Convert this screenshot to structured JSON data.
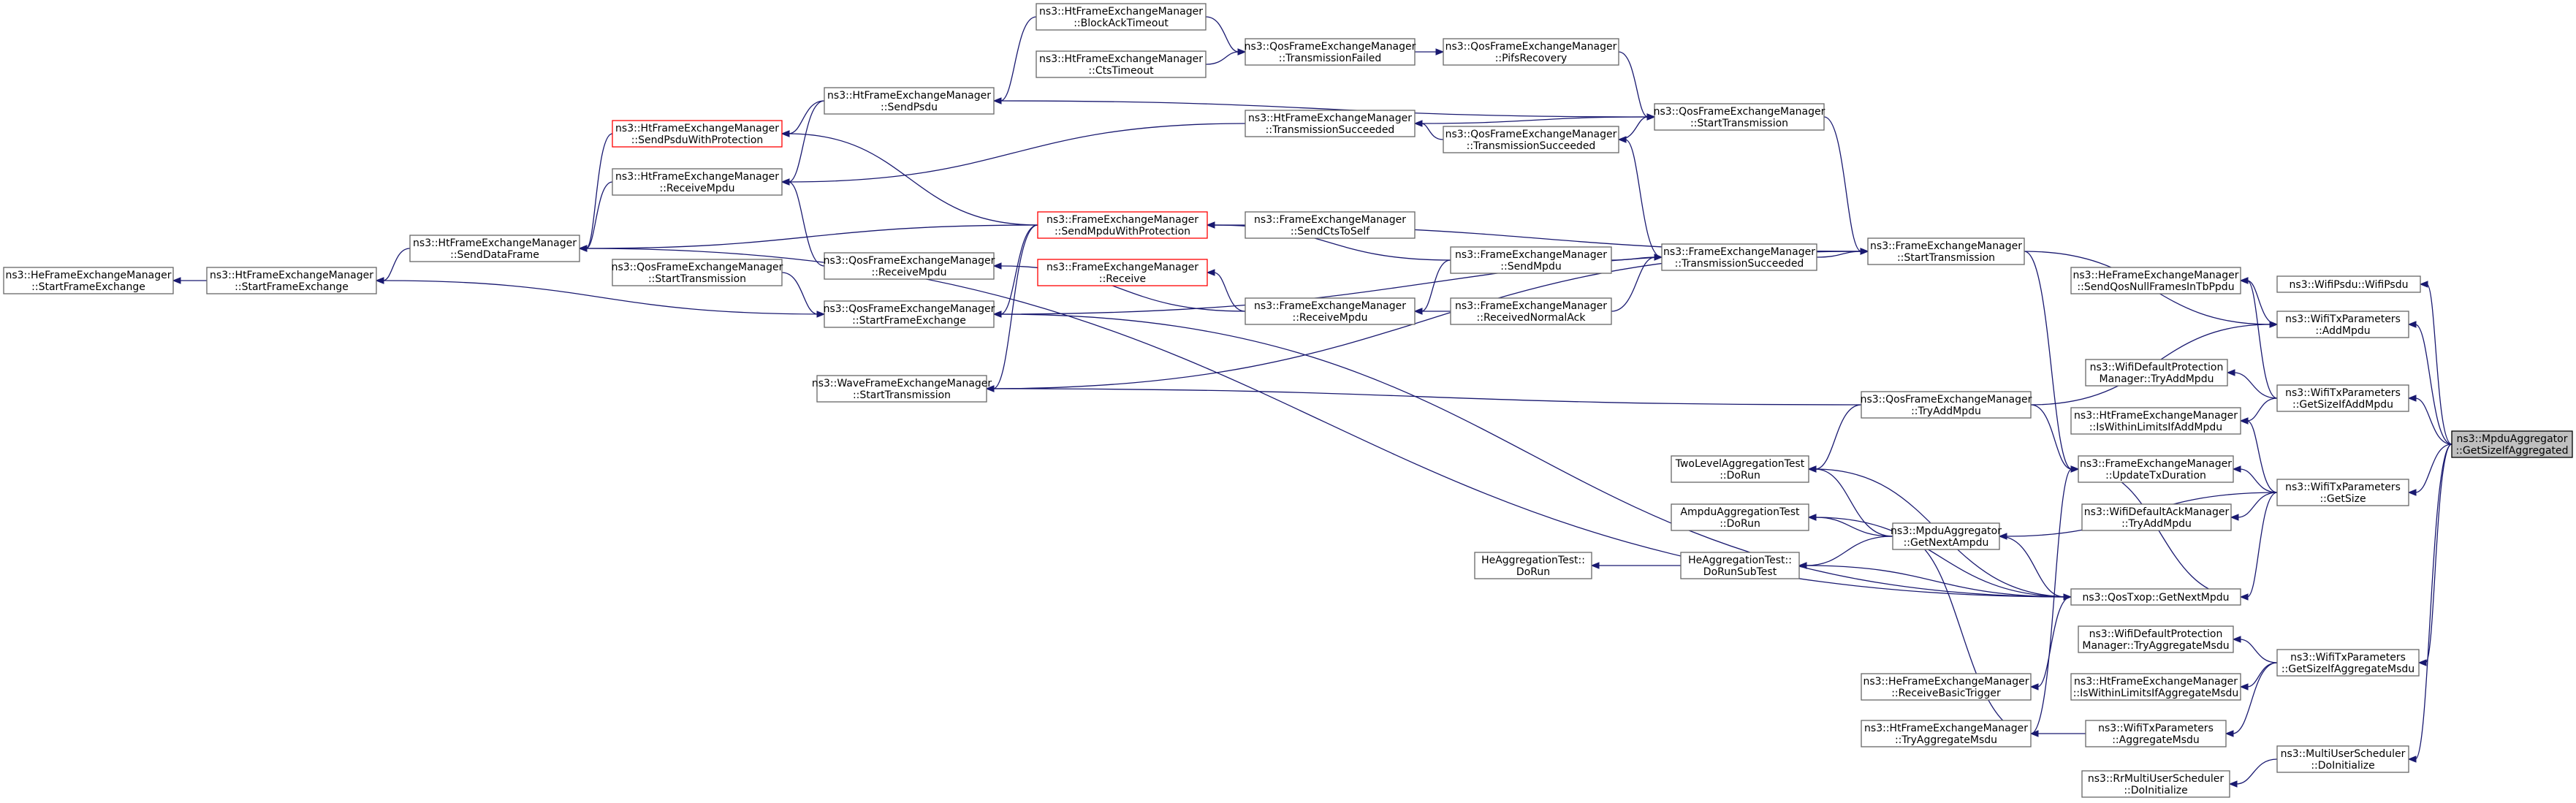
{
  "diagram": {
    "colors": {
      "edge": "#191970",
      "box_border": "#666666",
      "red_border": "#ff0000",
      "root_fill": "#bfbfbf"
    },
    "nodes": [
      {
        "id": "HeStartFrameExchange",
        "lines": [
          "ns3::HeFrameExchangeManager",
          "::StartFrameExchange"
        ]
      },
      {
        "id": "HtStartFrameExchange",
        "lines": [
          "ns3::HtFrameExchangeManager",
          "::StartFrameExchange"
        ]
      },
      {
        "id": "HtSendDataFrame",
        "lines": [
          "ns3::HtFrameExchangeManager",
          "::SendDataFrame"
        ]
      },
      {
        "id": "HtSendPsduWithProtection",
        "lines": [
          "ns3::HtFrameExchangeManager",
          "::SendPsduWithProtection"
        ],
        "red": true
      },
      {
        "id": "HtReceiveMpdu",
        "lines": [
          "ns3::HtFrameExchangeManager",
          "::ReceiveMpdu"
        ]
      },
      {
        "id": "QosStartTransmissionSmall",
        "lines": [
          "ns3::QosFrameExchangeManager",
          "::StartTransmission"
        ]
      },
      {
        "id": "WaveStartTransmission",
        "lines": [
          "ns3::WaveFrameExchangeManager",
          "::StartTransmission"
        ]
      },
      {
        "id": "HtSendPsdu",
        "lines": [
          "ns3::HtFrameExchangeManager",
          "::SendPsdu"
        ]
      },
      {
        "id": "QosReceiveMpdu",
        "lines": [
          "ns3::QosFrameExchangeManager",
          "::ReceiveMpdu"
        ]
      },
      {
        "id": "QosStartFrameExchange",
        "lines": [
          "ns3::QosFrameExchangeManager",
          "::StartFrameExchange"
        ]
      },
      {
        "id": "HtBlockAckTimeout",
        "lines": [
          "ns3::HtFrameExchangeManager",
          "::BlockAckTimeout"
        ]
      },
      {
        "id": "HtCtsTimeout",
        "lines": [
          "ns3::HtFrameExchangeManager",
          "::CtsTimeout"
        ]
      },
      {
        "id": "HtTransmissionSucceeded",
        "lines": [
          "ns3::HtFrameExchangeManager",
          "::TransmissionSucceeded"
        ]
      },
      {
        "id": "FeSendMpduWithProtection",
        "lines": [
          "ns3::FrameExchangeManager",
          "::SendMpduWithProtection"
        ],
        "red": true
      },
      {
        "id": "FeReceive",
        "lines": [
          "ns3::FrameExchangeManager",
          "::Receive"
        ],
        "red": true
      },
      {
        "id": "QosTransmissionFailed",
        "lines": [
          "ns3::QosFrameExchangeManager",
          "::TransmissionFailed"
        ]
      },
      {
        "id": "FeSendCtsToSelf",
        "lines": [
          "ns3::FrameExchangeManager",
          "::SendCtsToSelf"
        ]
      },
      {
        "id": "FeReceiveMpdu",
        "lines": [
          "ns3::FrameExchangeManager",
          "::ReceiveMpdu"
        ]
      },
      {
        "id": "QosPifsRecovery",
        "lines": [
          "ns3::QosFrameExchangeManager",
          "::PifsRecovery"
        ]
      },
      {
        "id": "QosTransmissionSucceeded",
        "lines": [
          "ns3::QosFrameExchangeManager",
          "::TransmissionSucceeded"
        ]
      },
      {
        "id": "FeSendMpdu",
        "lines": [
          "ns3::FrameExchangeManager",
          "::SendMpdu"
        ]
      },
      {
        "id": "FeReceivedNormalAck",
        "lines": [
          "ns3::FrameExchangeManager",
          "::ReceivedNormalAck"
        ]
      },
      {
        "id": "QosStartTransmission",
        "lines": [
          "ns3::QosFrameExchangeManager",
          "::StartTransmission"
        ]
      },
      {
        "id": "FeTransmissionSucceeded",
        "lines": [
          "ns3::FrameExchangeManager",
          "::TransmissionSucceeded"
        ]
      },
      {
        "id": "FeStartTransmission",
        "lines": [
          "ns3::FrameExchangeManager",
          "::StartTransmission"
        ]
      },
      {
        "id": "TwoLevelAggregationTest",
        "lines": [
          "TwoLevelAggregationTest",
          "::DoRun"
        ]
      },
      {
        "id": "AmpduAggregationTest",
        "lines": [
          "AmpduAggregationTest",
          "::DoRun"
        ]
      },
      {
        "id": "HeAggregationTestDoRun",
        "lines": [
          "HeAggregationTest::",
          "DoRun"
        ]
      },
      {
        "id": "HeAggregationTestDoRunSubTest",
        "lines": [
          "HeAggregationTest::",
          "DoRunSubTest"
        ]
      },
      {
        "id": "QosTryAddMpdu",
        "lines": [
          "ns3::QosFrameExchangeManager",
          "::TryAddMpdu"
        ]
      },
      {
        "id": "MpduAggregatorGetNextAmpdu",
        "lines": [
          "ns3::MpduAggregator",
          "::GetNextAmpdu"
        ]
      },
      {
        "id": "HeReceiveBasicTrigger",
        "lines": [
          "ns3::HeFrameExchangeManager",
          "::ReceiveBasicTrigger"
        ]
      },
      {
        "id": "HtTryAggregateMsdu",
        "lines": [
          "ns3::HtFrameExchangeManager",
          "::TryAggregateMsdu"
        ]
      },
      {
        "id": "HeSendQosNullFramesInTbPpdu",
        "lines": [
          "ns3::HeFrameExchangeManager",
          "::SendQosNullFramesInTbPpdu"
        ]
      },
      {
        "id": "WifiDefaultProtectionTryAddMpdu",
        "lines": [
          "ns3::WifiDefaultProtection",
          "Manager::TryAddMpdu"
        ]
      },
      {
        "id": "HtIsWithinLimitsIfAddMpdu",
        "lines": [
          "ns3::HtFrameExchangeManager",
          "::IsWithinLimitsIfAddMpdu"
        ]
      },
      {
        "id": "FeUpdateTxDuration",
        "lines": [
          "ns3::FrameExchangeManager",
          "::UpdateTxDuration"
        ]
      },
      {
        "id": "WifiDefaultAckTryAddMpdu",
        "lines": [
          "ns3::WifiDefaultAckManager",
          "::TryAddMpdu"
        ]
      },
      {
        "id": "QosTxopGetNextMpdu",
        "lines": [
          "ns3::QosTxop::GetNextMpdu"
        ]
      },
      {
        "id": "WifiDefaultProtectionTryAggregateMsdu",
        "lines": [
          "ns3::WifiDefaultProtection",
          "Manager::TryAggregateMsdu"
        ]
      },
      {
        "id": "HtIsWithinLimitsIfAggregateMsdu",
        "lines": [
          "ns3::HtFrameExchangeManager",
          "::IsWithinLimitsIfAggregateMsdu"
        ]
      },
      {
        "id": "WifiTxParametersAggregateMsdu",
        "lines": [
          "ns3::WifiTxParameters",
          "::AggregateMsdu"
        ]
      },
      {
        "id": "RrMultiUserSchedulerDoInitialize",
        "lines": [
          "ns3::RrMultiUserScheduler",
          "::DoInitialize"
        ]
      },
      {
        "id": "WifiPsduWifiPsdu",
        "lines": [
          "ns3::WifiPsdu::WifiPsdu"
        ]
      },
      {
        "id": "WifiTxParametersAddMpdu",
        "lines": [
          "ns3::WifiTxParameters",
          "::AddMpdu"
        ]
      },
      {
        "id": "WifiTxParametersGetSizeIfAddMpdu",
        "lines": [
          "ns3::WifiTxParameters",
          "::GetSizeIfAddMpdu"
        ]
      },
      {
        "id": "WifiTxParametersGetSize",
        "lines": [
          "ns3::WifiTxParameters",
          "::GetSize"
        ]
      },
      {
        "id": "WifiTxParametersGetSizeIfAggregateMsdu",
        "lines": [
          "ns3::WifiTxParameters",
          "::GetSizeIfAggregateMsdu"
        ]
      },
      {
        "id": "MultiUserSchedulerDoInitialize",
        "lines": [
          "ns3::MultiUserScheduler",
          "::DoInitialize"
        ]
      },
      {
        "id": "MpduAggregatorGetSizeIfAggregated",
        "lines": [
          "ns3::MpduAggregator",
          "::GetSizeIfAggregated"
        ],
        "root": true
      }
    ]
  }
}
